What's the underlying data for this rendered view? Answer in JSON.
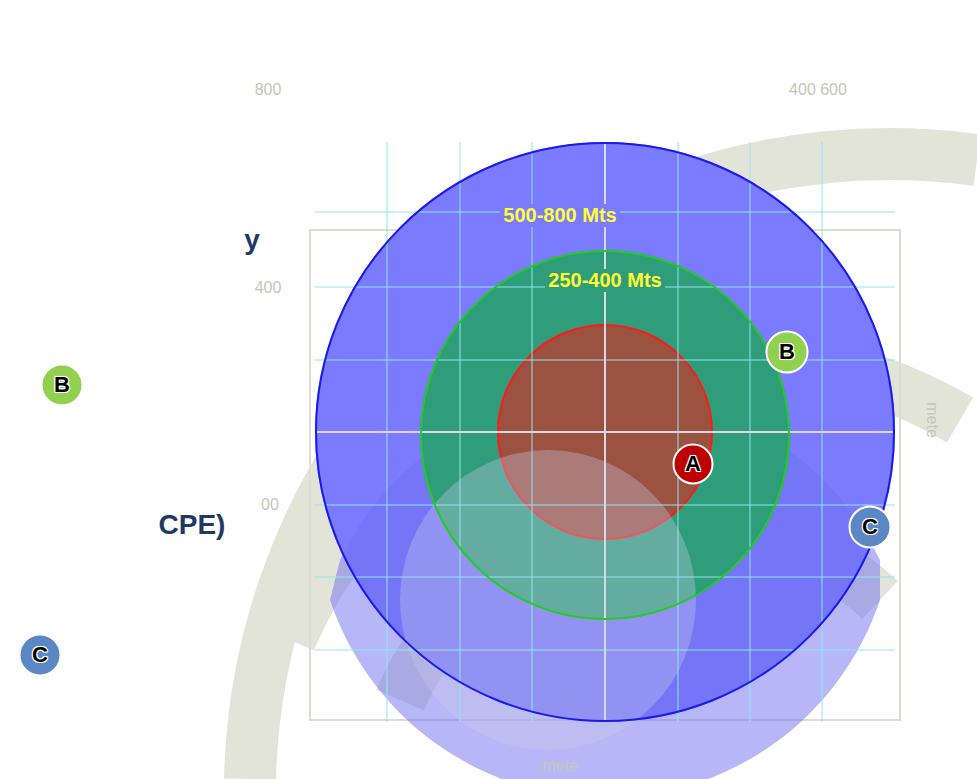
{
  "diagram": {
    "nodes": [
      {
        "text": [
          "B"
        ]
      },
      {
        "text": [
          "C"
        ]
      },
      {
        "text": [
          "500-800 Mts"
        ]
      },
      {
        "text": [
          "250-400 Mts"
        ],
        "in": 2
      },
      {
        "text": [
          "A"
        ],
        "in": 3
      },
      {
        "text": [
          "B"
        ],
        "in": 2
      },
      {
        "text": [
          "C"
        ],
        "in": 2
      }
    ],
    "labels": [
      "y",
      "CPE)",
      "800",
      "400",
      "400 600",
      "00",
      "mete",
      "mete"
    ]
  }
}
